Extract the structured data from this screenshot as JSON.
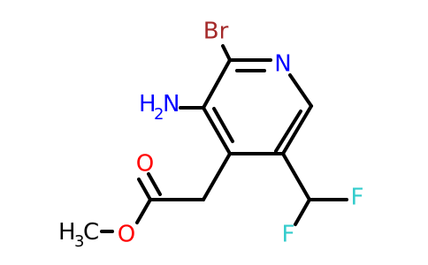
{
  "molecule": {
    "atoms": {
      "bromine": "Br",
      "nitrogen_ring": "N",
      "amine_h": "H",
      "amine_sub": "2",
      "amine_n": "N",
      "oxygen_carbonyl": "O",
      "oxygen_ester": "O",
      "methyl_h": "H",
      "methyl_sub": "3",
      "methyl_c": "C",
      "fluorine_1": "F",
      "fluorine_2": "F"
    },
    "colors": {
      "bromine": "#A52A2A",
      "nitrogen": "#0000FF",
      "oxygen": "#FF0000",
      "fluorine": "#33CCCC",
      "carbon": "#000000",
      "bond": "#000000"
    }
  }
}
